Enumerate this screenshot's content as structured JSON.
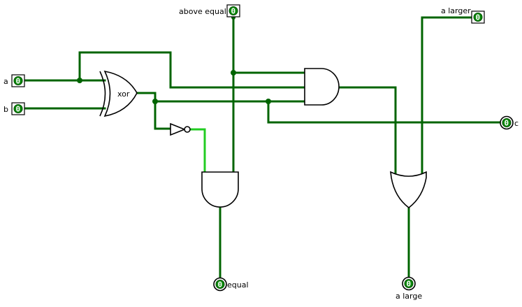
{
  "circuit": {
    "inputs": [
      {
        "id": "a",
        "label": "a",
        "value": "0"
      },
      {
        "id": "b",
        "label": "b",
        "value": "0"
      },
      {
        "id": "above-equal",
        "label": "above equal",
        "value": "0"
      },
      {
        "id": "a-larger",
        "label": "a larger",
        "value": "0"
      }
    ],
    "outputs": [
      {
        "id": "c",
        "label": "c",
        "value": "0"
      },
      {
        "id": "equal",
        "label": "equal",
        "value": "0"
      },
      {
        "id": "a-large",
        "label": "a large",
        "value": "0"
      }
    ],
    "gates": {
      "xor_label": "xor"
    }
  }
}
